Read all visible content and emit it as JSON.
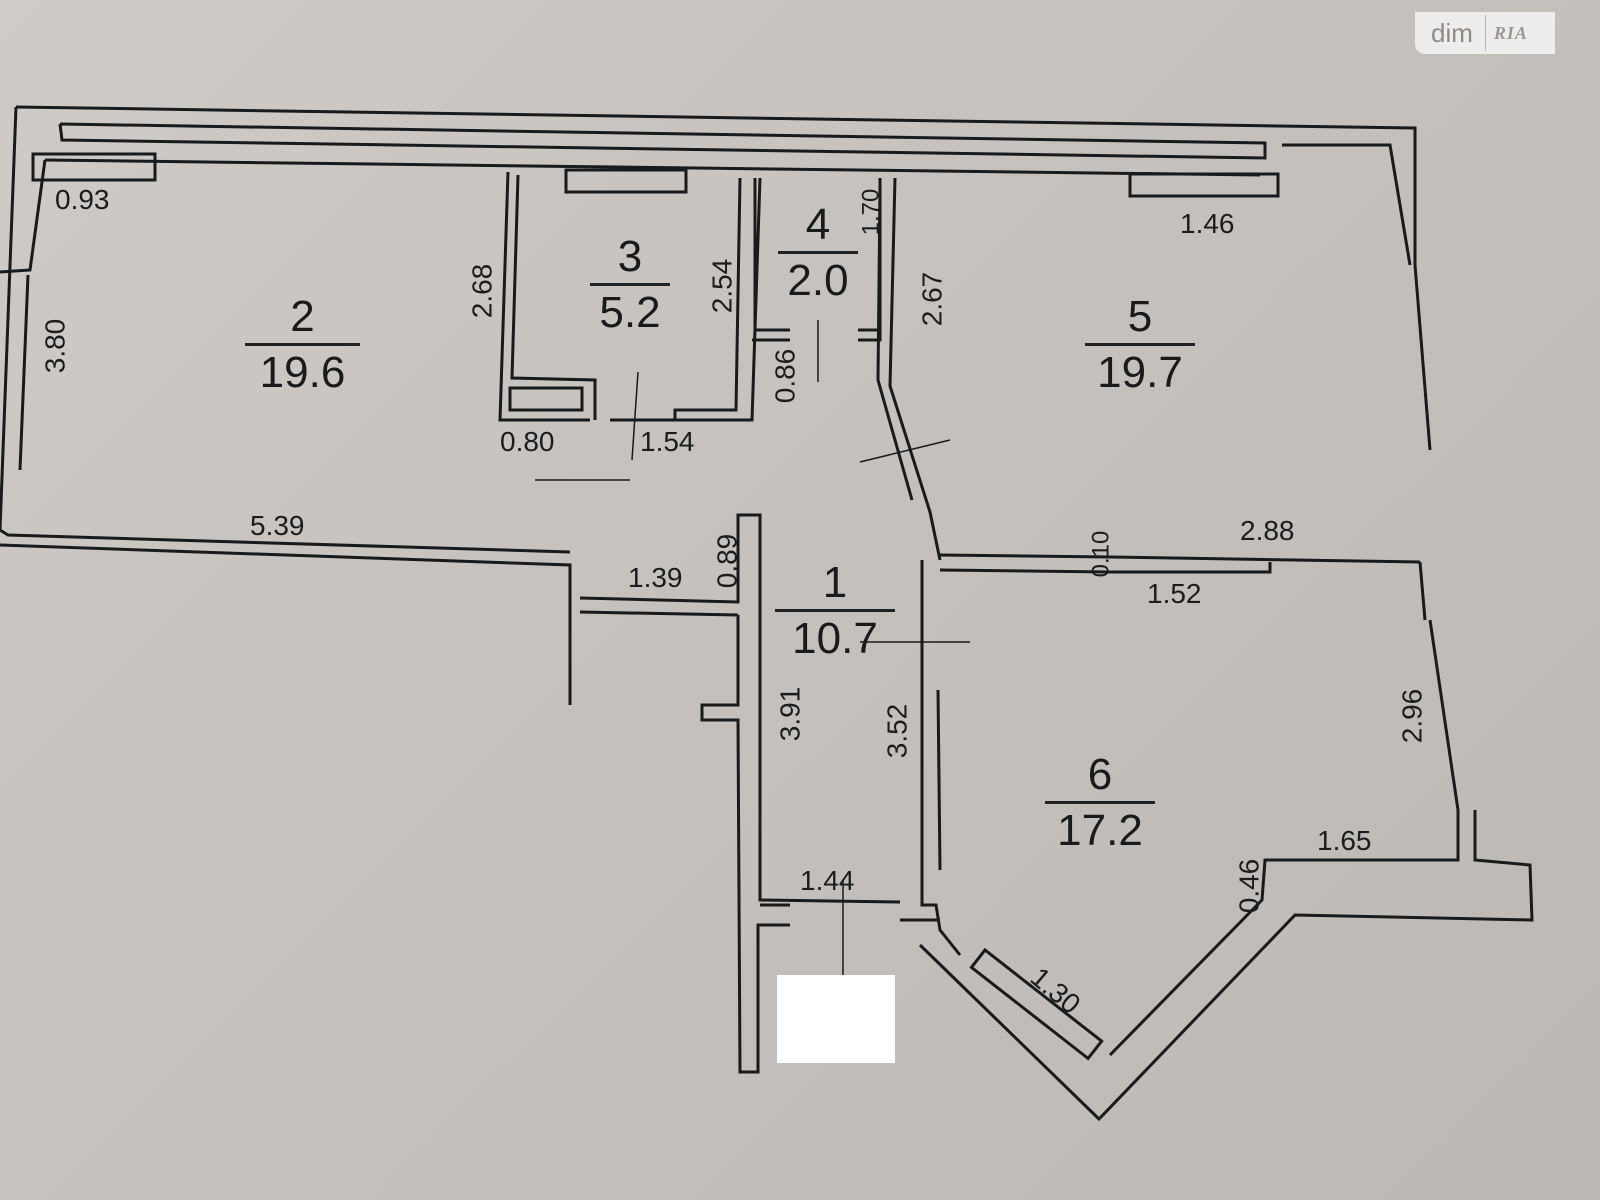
{
  "watermark": {
    "brand": "dim",
    "logo_text": "RIA"
  },
  "rooms": [
    {
      "id": "1",
      "area": "10.7"
    },
    {
      "id": "2",
      "area": "19.6"
    },
    {
      "id": "3",
      "area": "5.2"
    },
    {
      "id": "4",
      "area": "2.0"
    },
    {
      "id": "5",
      "area": "19.7"
    },
    {
      "id": "6",
      "area": "17.2"
    }
  ],
  "dimensions": {
    "d_093": "0.93",
    "d_380": "3.80",
    "d_268": "2.68",
    "d_539": "5.39",
    "d_254": "2.54",
    "d_080": "0.80",
    "d_154": "1.54",
    "d_170": "1.70",
    "d_086": "0.86",
    "d_267": "2.67",
    "d_146": "1.46",
    "d_288": "2.88",
    "d_010": "0.10",
    "d_152": "1.52",
    "d_139": "1.39",
    "d_089": "0.89",
    "d_391": "3.91",
    "d_352": "3.52",
    "d_296": "2.96",
    "d_165": "1.65",
    "d_046": "0.46",
    "d_130": "1.30",
    "d_144": "1.44"
  },
  "colors": {
    "paper": "#c8c4c1",
    "lines": "#1a1a1a"
  }
}
